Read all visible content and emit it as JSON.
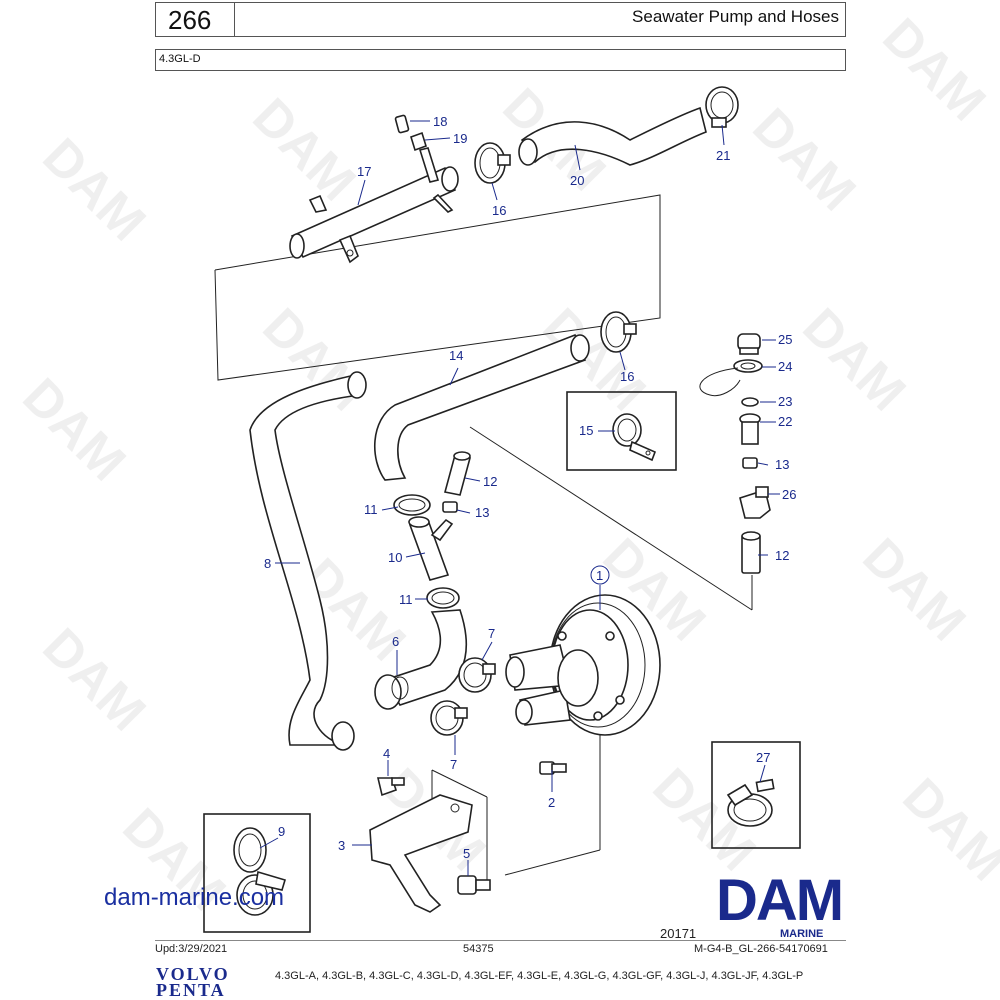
{
  "header": {
    "page_number": "266",
    "title": "Seawater Pump and Hoses",
    "model": "4.3GL-D"
  },
  "callouts": {
    "c1": "1",
    "c2": "2",
    "c3": "3",
    "c4": "4",
    "c5": "5",
    "c6": "6",
    "c7a": "7",
    "c7b": "7",
    "c8": "8",
    "c9": "9",
    "c10": "10",
    "c11a": "11",
    "c11b": "11",
    "c12a": "12",
    "c12b": "12",
    "c13a": "13",
    "c13b": "13",
    "c14": "14",
    "c15": "15",
    "c16a": "16",
    "c16b": "16",
    "c17": "17",
    "c18": "18",
    "c19": "19",
    "c20": "20",
    "c21": "21",
    "c22": "22",
    "c23": "23",
    "c24": "24",
    "c25": "25",
    "c26": "26",
    "c27": "27"
  },
  "watermark": "DAM",
  "website": "dam-marine.com",
  "logo": {
    "main": "DAM",
    "sub": "MARINE"
  },
  "footer": {
    "code": "20171",
    "updated": "Upd:3/29/2021",
    "doc_number": "54375",
    "image_ref": "M-G4-B_GL-266-54170691",
    "brand_line1": "VOLVO",
    "brand_line2": "PENTA",
    "models": "4.3GL-A, 4.3GL-B, 4.3GL-C, 4.3GL-D, 4.3GL-EF, 4.3GL-E, 4.3GL-G, 4.3GL-GF, 4.3GL-J, 4.3GL-JF, 4.3GL-P"
  },
  "colors": {
    "accent": "#1a2a8c",
    "line": "#222222"
  }
}
